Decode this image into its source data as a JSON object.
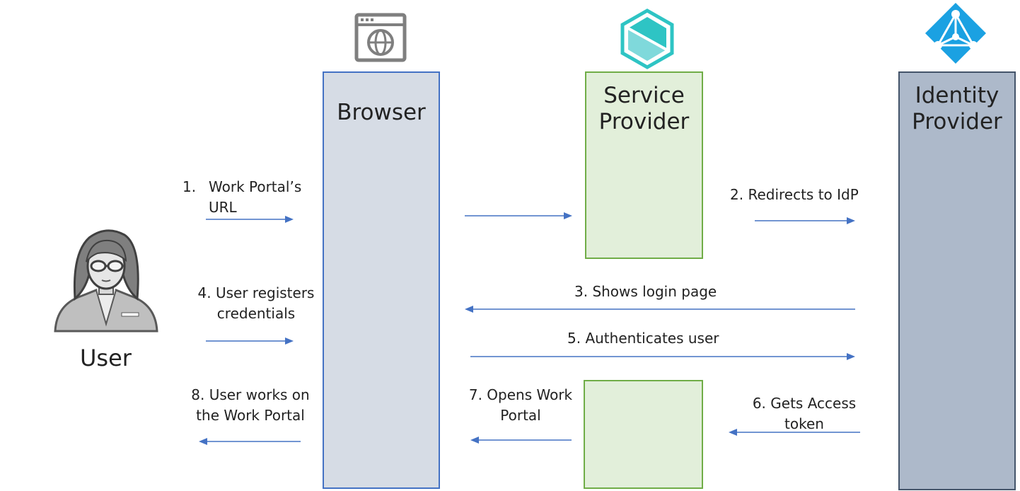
{
  "lanes": {
    "browser": "Browser",
    "service_provider": "Service\nProvider",
    "identity_provider": "Identity\nProvider"
  },
  "actor": "User",
  "steps": {
    "s1_number": "1.",
    "s1_text": "Work Portal’s\nURL",
    "s2": "2. Redirects to IdP",
    "s3": "3. Shows login page",
    "s4": "4. User registers\ncredentials",
    "s5": "5. Authenticates user",
    "s6": "6. Gets Access\ntoken",
    "s7": "7. Opens Work\nPortal",
    "s8": "8. User works on\nthe Work Portal"
  },
  "icons": {
    "browser": "browser-globe-icon",
    "service_provider": "hexagon-app-icon",
    "identity_provider": "azure-ad-pyramid-icon",
    "user": "user-avatar-icon"
  },
  "colors": {
    "browser_fill": "#d6dce5",
    "browser_border": "#4472c4",
    "sp_fill": "#e2efda",
    "sp_border": "#70ad47",
    "idp_fill": "#adb9ca",
    "idp_border": "#44546a",
    "arrow": "#4472c4",
    "icon_gray": "#7f7f7f",
    "hex_teal": "#2ec4c4",
    "azure_blue": "#1ba1e2"
  }
}
